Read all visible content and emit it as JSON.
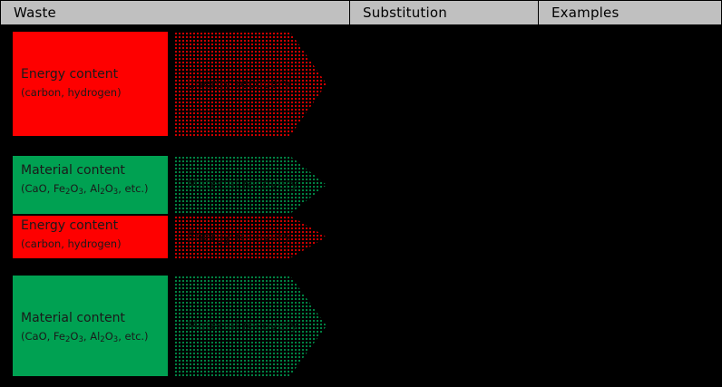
{
  "table": {
    "columns": [
      {
        "key": "waste",
        "label": "Waste"
      },
      {
        "key": "substitution",
        "label": "Substitution"
      },
      {
        "key": "examples",
        "label": "Examples"
      }
    ]
  },
  "colors": {
    "energy_red": "#fe0000",
    "material_green": "#00a152",
    "header_grey": "#c0c0c0",
    "background": "#000000"
  },
  "labels": {
    "energy_content": "Energy content",
    "energy_content_sub_pre": "(carbon, hydrogen)",
    "material_content": "Material content",
    "material_content_sub": "(CaO, Fe2O3, Al2O3, etc.)",
    "energy_recovery": "Energy recovery",
    "material_recovery": "Material recovery"
  },
  "rows": [
    {
      "id": "row-energy-only",
      "waste_blocks": [
        {
          "type": "energy",
          "title": "Energy content",
          "sub": "(carbon, hydrogen)"
        }
      ],
      "arrows": [
        {
          "type": "energy",
          "label": "Energy recovery"
        }
      ],
      "substitution": "",
      "examples": ""
    },
    {
      "id": "row-material-and-energy",
      "waste_blocks": [
        {
          "type": "material",
          "title": "Material content",
          "sub": "(CaO, Fe2O3, Al2O3, etc.)"
        },
        {
          "type": "energy",
          "title": "Energy content",
          "sub": "(carbon, hydrogen)"
        }
      ],
      "arrows": [
        {
          "type": "material",
          "label": "Material recovery"
        },
        {
          "type": "energy",
          "label": "Energy recovery"
        }
      ],
      "substitution": "",
      "examples": ""
    },
    {
      "id": "row-material-only",
      "waste_blocks": [
        {
          "type": "material",
          "title": "Material content",
          "sub": "(CaO, Fe2O3, Al2O3, etc.)"
        }
      ],
      "arrows": [
        {
          "type": "material",
          "label": "Material recovery"
        }
      ],
      "substitution": "",
      "examples": ""
    }
  ]
}
